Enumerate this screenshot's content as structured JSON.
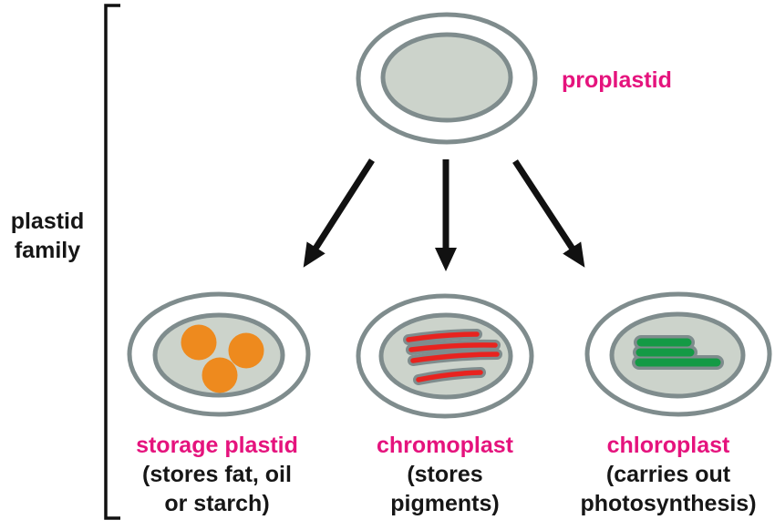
{
  "diagram_title": "plastid family",
  "bracket_label": {
    "line1": "plastid",
    "line2": "family"
  },
  "root": {
    "label": "proplastid"
  },
  "plastids": [
    {
      "name": "storage plastid",
      "desc_line1": "(stores fat, oil",
      "desc_line2": "or starch)"
    },
    {
      "name": "chromoplast",
      "desc_line1": "(stores",
      "desc_line2": "pigments)"
    },
    {
      "name": "chloroplast",
      "desc_line1": "(carries out",
      "desc_line2": "photosynthesis)"
    }
  ],
  "colors": {
    "label_accent_pink": "#e5137d",
    "text_black": "#161616",
    "membrane_gray": "#7f8c8d",
    "stroma_fill": "#ccd3cb",
    "storage_globule_orange": "#ee8a1e",
    "chromoplast_stripe_red": "#e8231f",
    "chloroplast_grana_green": "#149a45",
    "background": "#ffffff"
  }
}
